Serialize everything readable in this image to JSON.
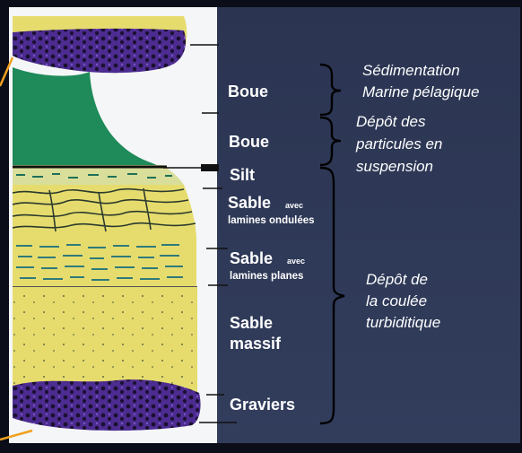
{
  "labels": {
    "boue_1": "Boue",
    "boue_2": "Boue",
    "silt": "Silt",
    "sable_1_main": "Sable",
    "sable_1_avec": "avec",
    "sable_1_sub": "lamines ondulées",
    "sable_2_main": "Sable",
    "sable_2_avec": "avec",
    "sable_2_sub": "lamines planes",
    "sable_massif_1": "Sable",
    "sable_massif_2": "massif",
    "graviers": "Graviers"
  },
  "interpretations": {
    "pelagic_line1": "Sédimentation",
    "pelagic_line2": "Marine pélagique",
    "suspension_line1": "Dépôt des",
    "suspension_line2": "particules en",
    "suspension_line3": "suspension",
    "turbidite_line1": "Dépôt de",
    "turbidite_line2": "la coulée",
    "turbidite_line3": "turbiditique"
  },
  "colors": {
    "background_panel": "#2f3a57",
    "sand_yellow": "#e6dc6e",
    "mud_green": "#1f8a5a",
    "gravel_purple": "#4b2a8c",
    "paper_white": "#f4f6f7",
    "frame_black": "#0b0e18",
    "accent_orange": "#f2a020"
  }
}
